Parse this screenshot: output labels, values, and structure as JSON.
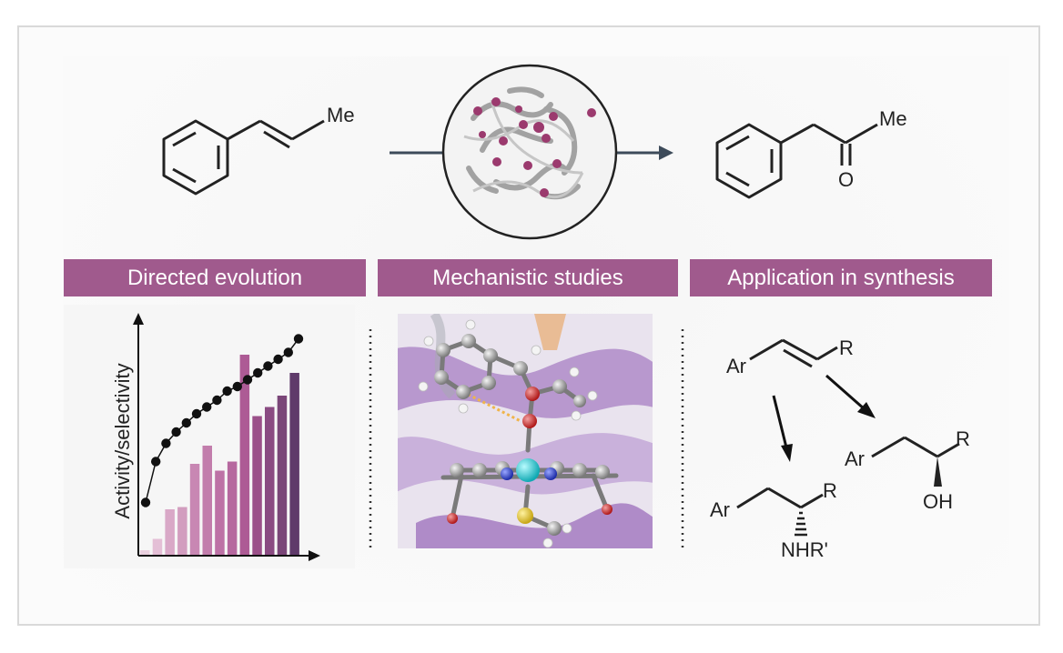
{
  "labels": {
    "left": "Directed evolution",
    "middle": "Mechanistic studies",
    "right": "Application in synthesis"
  },
  "top_scheme": {
    "reactant_substituent": "Me",
    "product_substituent": "Me",
    "product_carbonyl": "O"
  },
  "synthesis": {
    "substrate_ar": "Ar",
    "substrate_r": "R",
    "alcohol_ar": "Ar",
    "alcohol_r": "R",
    "alcohol_oh": "OH",
    "amine_ar": "Ar",
    "amine_r": "R",
    "amine_nhr": "NHR'"
  },
  "chart_data": {
    "type": "bar",
    "ylabel": "Activity/selectivity",
    "xlabel": "",
    "ylim": [
      0,
      100
    ],
    "series": [
      {
        "kind": "bar",
        "values": [
          2,
          7,
          20,
          21,
          40,
          48,
          37,
          41,
          88,
          61,
          65,
          70,
          80
        ]
      },
      {
        "kind": "line",
        "values": [
          23,
          41,
          49,
          54,
          58,
          62,
          65,
          68,
          72,
          74,
          77,
          80,
          83,
          86,
          89,
          95
        ]
      }
    ],
    "bar_colors": [
      "#ead0df",
      "#e4bfd6",
      "#d9a8c7",
      "#d29dbf",
      "#c887b3",
      "#c27dac",
      "#bd72a6",
      "#b6689f",
      "#ad5b95",
      "#9b5089",
      "#8a4b82",
      "#7a4678",
      "#5f3a6a"
    ],
    "grid": false,
    "legend": "none"
  }
}
